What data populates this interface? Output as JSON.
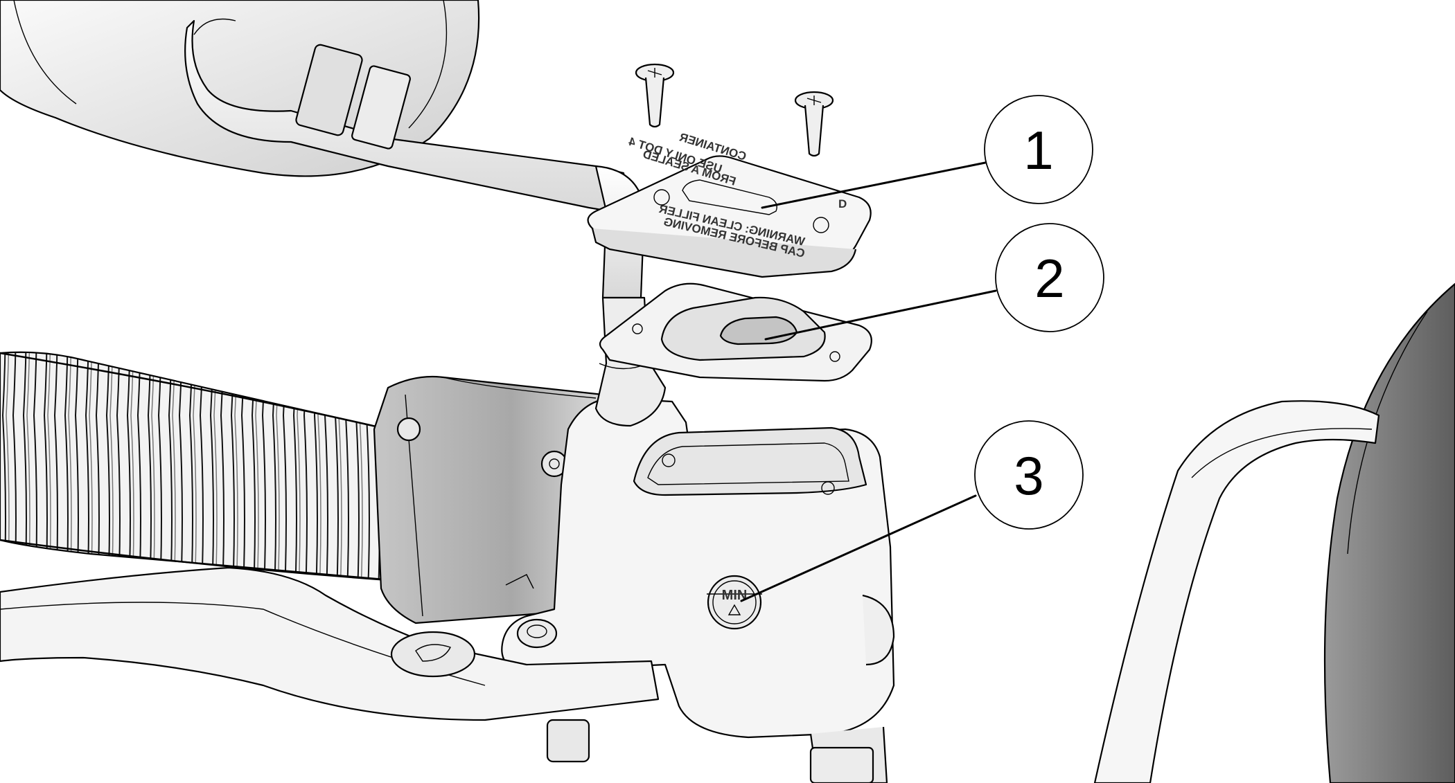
{
  "diagram": {
    "callouts": [
      {
        "label": "1",
        "part": "reservoir-cover"
      },
      {
        "label": "2",
        "part": "reservoir-diaphragm-gasket"
      },
      {
        "label": "3",
        "part": "reservoir-min-level-mark"
      }
    ],
    "embossed_text": {
      "cover_line_1": "WARNING: CLEAN FILLER",
      "cover_line_2": "CAP BEFORE REMOVING",
      "cover_line_3": "USE ONLY DOT 4",
      "cover_line_4": "FROM A SEALED",
      "cover_line_5": "CONTAINER",
      "cover_badge": "D",
      "min_mark": "MIN"
    },
    "colors": {
      "line": "#000000",
      "part_fill": "#f4f4f4",
      "shadow_fill": "#b8b8b8",
      "dark_fill": "#8a8a8a",
      "background": "#ffffff"
    }
  }
}
